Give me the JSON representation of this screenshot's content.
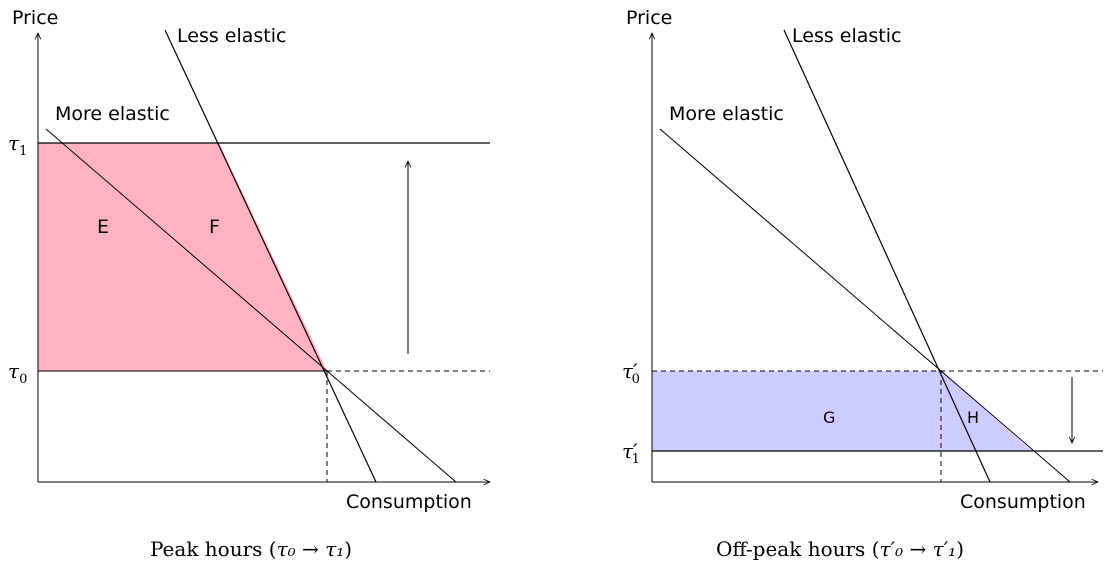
{
  "left_panel": {
    "y_axis_label": "Price",
    "x_axis_label": "Consumption",
    "less_elastic_label": "Less elastic",
    "more_elastic_label": "More elastic",
    "tau_high_label": "τ",
    "tau_high_sub": "1",
    "tau_low_label": "τ",
    "tau_low_sub": "0",
    "region_e_label": "E",
    "region_f_label": "F",
    "caption_text": "Peak hours (",
    "caption_math": "τ₀ → τ₁",
    "caption_close": ")",
    "region_color": "#ffb3c1",
    "price_change_direction": "up"
  },
  "right_panel": {
    "y_axis_label": "Price",
    "x_axis_label": "Consumption",
    "less_elastic_label": "Less elastic",
    "more_elastic_label": "More elastic",
    "tau_high_label": "τ′",
    "tau_high_sub": "0",
    "tau_low_label": "τ′",
    "tau_low_sub": "1",
    "region_g_label": "G",
    "region_h_label": "H",
    "caption_text": "Off-peak hours (",
    "caption_math": "τ′₀ → τ′₁",
    "caption_close": ")",
    "region_color": "#ccccff",
    "price_change_direction": "down"
  }
}
